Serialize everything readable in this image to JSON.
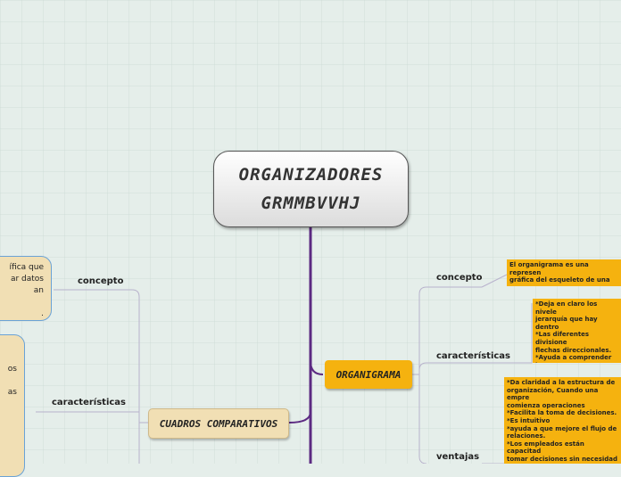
{
  "root": {
    "title": "ORGANIZADORES\nGRMMBVVHJ"
  },
  "organigrama": {
    "label": "ORGANIGRAMA",
    "branches": [
      {
        "label": "concepto",
        "text": "El organigrama es una represen\ngráfica del esqueleto de una org\nmostrando los cargos jerárquico"
      },
      {
        "label": "características",
        "text": "*Deja en claro los nivele\njerarquía que hay dentro\n*Las diferentes divisione\nflechas direccionales.\n*Ayuda a comprender la\ndentro de una organizac\n*Hace hincapié en las re\nno en las informales."
      },
      {
        "label": "ventajas",
        "text": "*Da claridad a la estructura de\norganización, Cuando una empre\ncomienza operaciones\n*Facilita la toma de decisiones.\n*Es intuitivo\n*ayuda a que mejore el flujo de\nrelaciones.\n*Los empleados están capacitad\ntomar decisiones sin necesidad d\nlas órdenes de los superiores. La\nmotiva al trabajador a ser proac"
      }
    ]
  },
  "cuadros": {
    "label": "CUADROS COMPARATIVOS",
    "branches": [
      {
        "label": "concepto",
        "text": "ífica que\nar datos\nan\n\n."
      },
      {
        "label": "características",
        "text": "\n\nos\n\nas\n\n"
      }
    ]
  }
}
